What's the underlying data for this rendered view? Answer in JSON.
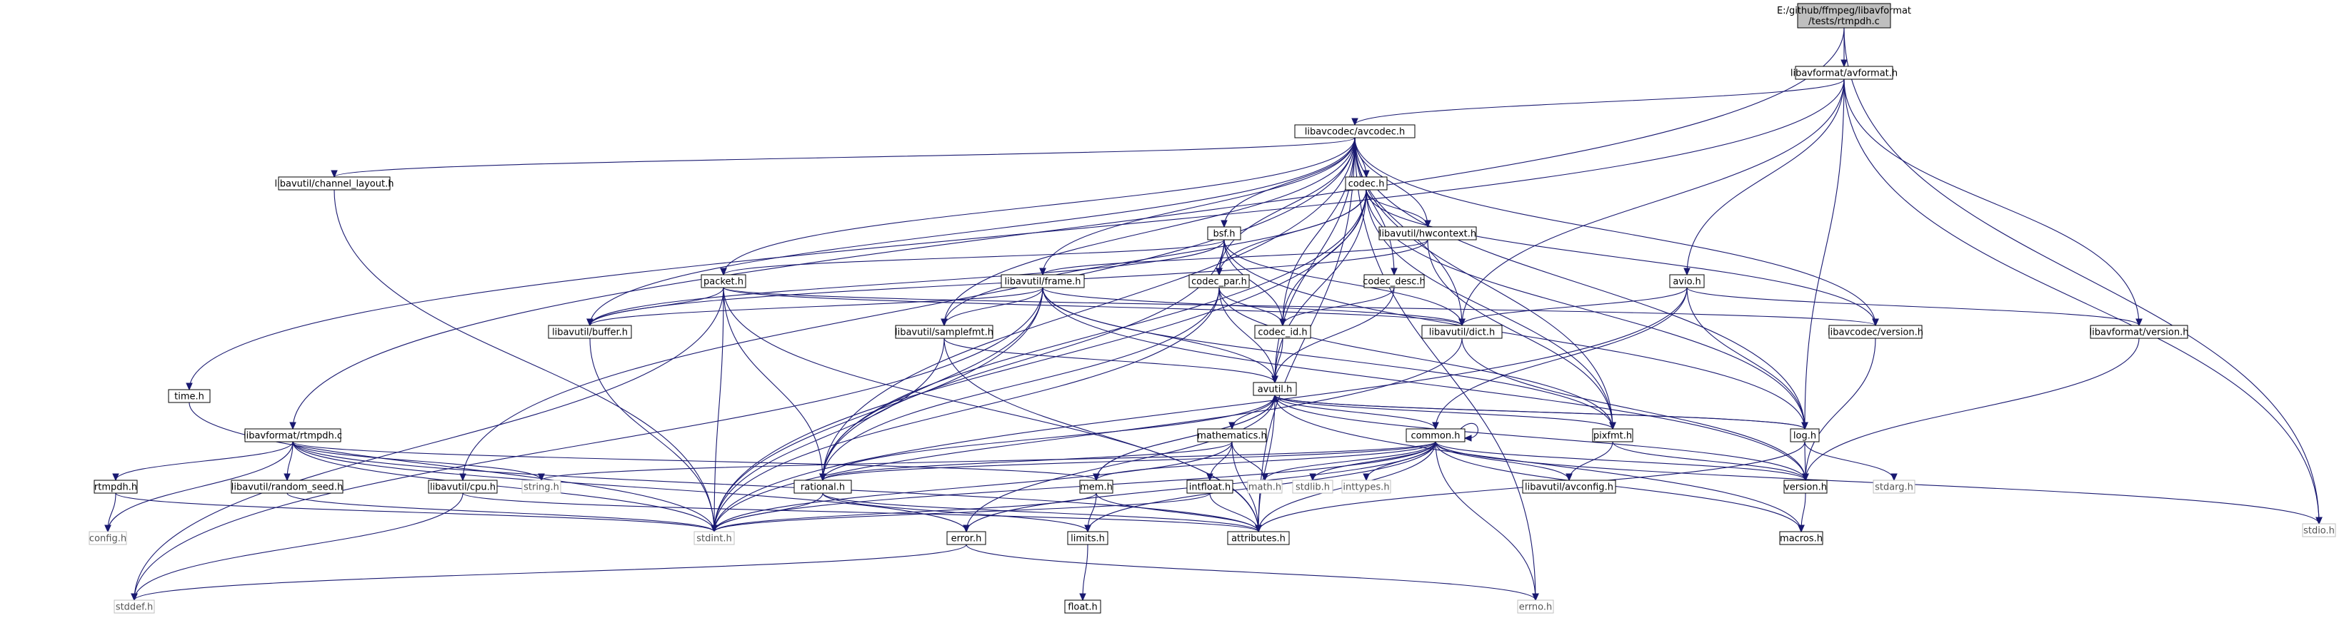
{
  "colors": {
    "edge": "#191970",
    "root_fill": "#bfbfbf",
    "node_border": "#000000",
    "external_border": "#bfbfbf"
  },
  "nodes": [
    {
      "id": "root",
      "lines": [
        "E:/github/ffmpeg/libavformat",
        "/tests/rtmpdh.c"
      ],
      "style": "root"
    },
    {
      "id": "avformat_h",
      "lines": [
        "libavformat/avformat.h"
      ],
      "style": "std"
    },
    {
      "id": "avcodec_h",
      "lines": [
        "libavcodec/avcodec.h"
      ],
      "style": "std"
    },
    {
      "id": "time_h",
      "lines": [
        "time.h"
      ],
      "style": "std"
    },
    {
      "id": "stdio_h",
      "lines": [
        "stdio.h"
      ],
      "style": "ext"
    },
    {
      "id": "errno_h",
      "lines": [
        "errno.h"
      ],
      "style": "ext"
    },
    {
      "id": "channel_layout_h",
      "lines": [
        "libavutil/channel_layout.h"
      ],
      "style": "std"
    },
    {
      "id": "codec_h",
      "lines": [
        "codec.h"
      ],
      "style": "std"
    },
    {
      "id": "bsf_h",
      "lines": [
        "bsf.h"
      ],
      "style": "std"
    },
    {
      "id": "hwcontext_h",
      "lines": [
        "libavutil/hwcontext.h"
      ],
      "style": "std"
    },
    {
      "id": "packet_h",
      "lines": [
        "packet.h"
      ],
      "style": "std"
    },
    {
      "id": "frame_h",
      "lines": [
        "libavutil/frame.h"
      ],
      "style": "std"
    },
    {
      "id": "codec_par_h",
      "lines": [
        "codec_par.h"
      ],
      "style": "std"
    },
    {
      "id": "codec_desc_h",
      "lines": [
        "codec_desc.h"
      ],
      "style": "std"
    },
    {
      "id": "avio_h",
      "lines": [
        "avio.h"
      ],
      "style": "std"
    },
    {
      "id": "buffer_h",
      "lines": [
        "libavutil/buffer.h"
      ],
      "style": "std"
    },
    {
      "id": "samplefmt_h",
      "lines": [
        "libavutil/samplefmt.h"
      ],
      "style": "std"
    },
    {
      "id": "codec_id_h",
      "lines": [
        "codec_id.h"
      ],
      "style": "std"
    },
    {
      "id": "dict_h",
      "lines": [
        "libavutil/dict.h"
      ],
      "style": "std"
    },
    {
      "id": "avcodec_version_h",
      "lines": [
        "libavcodec/version.h"
      ],
      "style": "std"
    },
    {
      "id": "avformat_version_h",
      "lines": [
        "libavformat/version.h"
      ],
      "style": "std"
    },
    {
      "id": "avutil_h",
      "lines": [
        "avutil.h"
      ],
      "style": "std"
    },
    {
      "id": "rtmpdh_c",
      "lines": [
        "libavformat/rtmpdh.c"
      ],
      "style": "std"
    },
    {
      "id": "mathematics_h",
      "lines": [
        "mathematics.h"
      ],
      "style": "std"
    },
    {
      "id": "common_h",
      "lines": [
        "common.h"
      ],
      "style": "std"
    },
    {
      "id": "pixfmt_h",
      "lines": [
        "pixfmt.h"
      ],
      "style": "std"
    },
    {
      "id": "log_h",
      "lines": [
        "log.h"
      ],
      "style": "std"
    },
    {
      "id": "rtmpdh_h",
      "lines": [
        "rtmpdh.h"
      ],
      "style": "std"
    },
    {
      "id": "random_seed_h",
      "lines": [
        "libavutil/random_seed.h"
      ],
      "style": "std"
    },
    {
      "id": "cpu_h",
      "lines": [
        "libavutil/cpu.h"
      ],
      "style": "std"
    },
    {
      "id": "string_h",
      "lines": [
        "string.h"
      ],
      "style": "ext"
    },
    {
      "id": "rational_h",
      "lines": [
        "rational.h"
      ],
      "style": "std"
    },
    {
      "id": "mem_h",
      "lines": [
        "mem.h"
      ],
      "style": "std"
    },
    {
      "id": "intfloat_h",
      "lines": [
        "intfloat.h"
      ],
      "style": "std"
    },
    {
      "id": "math_h",
      "lines": [
        "math.h"
      ],
      "style": "ext"
    },
    {
      "id": "stdlib_h",
      "lines": [
        "stdlib.h"
      ],
      "style": "ext"
    },
    {
      "id": "inttypes_h",
      "lines": [
        "inttypes.h"
      ],
      "style": "ext"
    },
    {
      "id": "avconfig_h",
      "lines": [
        "libavutil/avconfig.h"
      ],
      "style": "std"
    },
    {
      "id": "version_h",
      "lines": [
        "version.h"
      ],
      "style": "std"
    },
    {
      "id": "stdarg_h",
      "lines": [
        "stdarg.h"
      ],
      "style": "ext"
    },
    {
      "id": "config_h",
      "lines": [
        "config.h"
      ],
      "style": "ext"
    },
    {
      "id": "stdint_h",
      "lines": [
        "stdint.h"
      ],
      "style": "ext"
    },
    {
      "id": "limits_h",
      "lines": [
        "limits.h"
      ],
      "style": "std"
    },
    {
      "id": "attributes_h",
      "lines": [
        "attributes.h"
      ],
      "style": "std"
    },
    {
      "id": "error_h",
      "lines": [
        "error.h"
      ],
      "style": "std"
    },
    {
      "id": "macros_h",
      "lines": [
        "macros.h"
      ],
      "style": "std"
    },
    {
      "id": "stddef_h",
      "lines": [
        "stddef.h"
      ],
      "style": "ext"
    },
    {
      "id": "float_h",
      "lines": [
        "float.h"
      ],
      "style": "std"
    }
  ],
  "edges": [
    [
      "root",
      "avformat_h"
    ],
    [
      "root",
      "rtmpdh_c"
    ],
    [
      "root",
      "stdio_h"
    ],
    [
      "avformat_h",
      "avcodec_h"
    ],
    [
      "avformat_h",
      "time_h"
    ],
    [
      "avformat_h",
      "stdio_h"
    ],
    [
      "avformat_h",
      "avio_h"
    ],
    [
      "avformat_h",
      "dict_h"
    ],
    [
      "avformat_h",
      "log_h"
    ],
    [
      "avformat_h",
      "avformat_version_h"
    ],
    [
      "avcodec_h",
      "errno_h"
    ],
    [
      "avcodec_h",
      "channel_layout_h"
    ],
    [
      "avcodec_h",
      "codec_h"
    ],
    [
      "avcodec_h",
      "bsf_h"
    ],
    [
      "avcodec_h",
      "hwcontext_h"
    ],
    [
      "avcodec_h",
      "packet_h"
    ],
    [
      "avcodec_h",
      "frame_h"
    ],
    [
      "avcodec_h",
      "codec_par_h"
    ],
    [
      "avcodec_h",
      "codec_desc_h"
    ],
    [
      "avcodec_h",
      "buffer_h"
    ],
    [
      "avcodec_h",
      "samplefmt_h"
    ],
    [
      "avcodec_h",
      "codec_id_h"
    ],
    [
      "avcodec_h",
      "dict_h"
    ],
    [
      "avcodec_h",
      "avcodec_version_h"
    ],
    [
      "avcodec_h",
      "avutil_h"
    ],
    [
      "avcodec_h",
      "rational_h"
    ],
    [
      "avcodec_h",
      "cpu_h"
    ],
    [
      "avcodec_h",
      "log_h"
    ],
    [
      "avcodec_h",
      "pixfmt_h"
    ],
    [
      "avcodec_h",
      "attributes_h"
    ],
    [
      "codec_h",
      "hwcontext_h"
    ],
    [
      "codec_h",
      "codec_par_h"
    ],
    [
      "codec_h",
      "codec_id_h"
    ],
    [
      "codec_h",
      "avutil_h"
    ],
    [
      "codec_h",
      "samplefmt_h"
    ],
    [
      "codec_h",
      "rational_h"
    ],
    [
      "codec_h",
      "log_h"
    ],
    [
      "codec_h",
      "pixfmt_h"
    ],
    [
      "codec_h",
      "avcodec_version_h"
    ],
    [
      "codec_h",
      "stdint_h"
    ],
    [
      "bsf_h",
      "packet_h"
    ],
    [
      "bsf_h",
      "codec_par_h"
    ],
    [
      "bsf_h",
      "codec_id_h"
    ],
    [
      "bsf_h",
      "dict_h"
    ],
    [
      "bsf_h",
      "log_h"
    ],
    [
      "bsf_h",
      "rational_h"
    ],
    [
      "bsf_h",
      "buffer_h"
    ],
    [
      "hwcontext_h",
      "frame_h"
    ],
    [
      "hwcontext_h",
      "pixfmt_h"
    ],
    [
      "hwcontext_h",
      "buffer_h"
    ],
    [
      "packet_h",
      "buffer_h"
    ],
    [
      "packet_h",
      "dict_h"
    ],
    [
      "packet_h",
      "rational_h"
    ],
    [
      "packet_h",
      "attributes_h"
    ],
    [
      "packet_h",
      "stdint_h"
    ],
    [
      "packet_h",
      "stddef_h"
    ],
    [
      "packet_h",
      "avcodec_version_h"
    ],
    [
      "frame_h",
      "avutil_h"
    ],
    [
      "frame_h",
      "buffer_h"
    ],
    [
      "frame_h",
      "dict_h"
    ],
    [
      "frame_h",
      "rational_h"
    ],
    [
      "frame_h",
      "samplefmt_h"
    ],
    [
      "frame_h",
      "pixfmt_h"
    ],
    [
      "frame_h",
      "version_h"
    ],
    [
      "frame_h",
      "stdint_h"
    ],
    [
      "frame_h",
      "stddef_h"
    ],
    [
      "codec_par_h",
      "codec_id_h"
    ],
    [
      "codec_par_h",
      "avutil_h"
    ],
    [
      "codec_par_h",
      "rational_h"
    ],
    [
      "codec_par_h",
      "pixfmt_h"
    ],
    [
      "codec_par_h",
      "stdint_h"
    ],
    [
      "codec_desc_h",
      "codec_id_h"
    ],
    [
      "codec_desc_h",
      "avutil_h"
    ],
    [
      "avio_h",
      "common_h"
    ],
    [
      "avio_h",
      "dict_h"
    ],
    [
      "avio_h",
      "log_h"
    ],
    [
      "avio_h",
      "avformat_version_h"
    ],
    [
      "avio_h",
      "stdint_h"
    ],
    [
      "buffer_h",
      "stdint_h"
    ],
    [
      "samplefmt_h",
      "avutil_h"
    ],
    [
      "samplefmt_h",
      "attributes_h"
    ],
    [
      "samplefmt_h",
      "stdint_h"
    ],
    [
      "codec_id_h",
      "avutil_h"
    ],
    [
      "dict_h",
      "stdint_h"
    ],
    [
      "dict_h",
      "version_h"
    ],
    [
      "avcodec_version_h",
      "version_h"
    ],
    [
      "avformat_version_h",
      "version_h"
    ],
    [
      "time_h",
      "stdint_h"
    ],
    [
      "channel_layout_h",
      "stdint_h"
    ],
    [
      "avutil_h",
      "mathematics_h"
    ],
    [
      "avutil_h",
      "common_h"
    ],
    [
      "avutil_h",
      "rational_h"
    ],
    [
      "avutil_h",
      "pixfmt_h"
    ],
    [
      "avutil_h",
      "log_h"
    ],
    [
      "avutil_h",
      "version_h"
    ],
    [
      "avutil_h",
      "error_h"
    ],
    [
      "avutil_h",
      "mem_h"
    ],
    [
      "avutil_h",
      "attributes_h"
    ],
    [
      "avutil_h",
      "macros_h"
    ],
    [
      "rtmpdh_c",
      "rtmpdh_h"
    ],
    [
      "rtmpdh_c",
      "random_seed_h"
    ],
    [
      "rtmpdh_c",
      "string_h"
    ],
    [
      "rtmpdh_c",
      "config_h"
    ],
    [
      "rtmpdh_c",
      "stdint_h"
    ],
    [
      "rtmpdh_c",
      "mem_h"
    ],
    [
      "rtmpdh_c",
      "error_h"
    ],
    [
      "rtmpdh_c",
      "attributes_h"
    ],
    [
      "rtmpdh_h",
      "config_h"
    ],
    [
      "rtmpdh_h",
      "stdint_h"
    ],
    [
      "random_seed_h",
      "stdint_h"
    ],
    [
      "cpu_h",
      "stddef_h"
    ],
    [
      "cpu_h",
      "attributes_h"
    ],
    [
      "mathematics_h",
      "rational_h"
    ],
    [
      "mathematics_h",
      "intfloat_h"
    ],
    [
      "mathematics_h",
      "math_h"
    ],
    [
      "mathematics_h",
      "attributes_h"
    ],
    [
      "mathematics_h",
      "stdint_h"
    ],
    [
      "common_h",
      "string_h"
    ],
    [
      "common_h",
      "rational_h"
    ],
    [
      "common_h",
      "mem_h"
    ],
    [
      "common_h",
      "math_h"
    ],
    [
      "common_h",
      "stdlib_h"
    ],
    [
      "common_h",
      "inttypes_h"
    ],
    [
      "common_h",
      "avconfig_h"
    ],
    [
      "common_h",
      "version_h"
    ],
    [
      "common_h",
      "stdio_h"
    ],
    [
      "common_h",
      "limits_h"
    ],
    [
      "common_h",
      "attributes_h"
    ],
    [
      "common_h",
      "errno_h"
    ],
    [
      "common_h",
      "macros_h"
    ],
    [
      "common_h",
      "stdint_h"
    ],
    [
      "common_h",
      "error_h"
    ],
    [
      "common_h",
      "common_h"
    ],
    [
      "pixfmt_h",
      "avconfig_h"
    ],
    [
      "pixfmt_h",
      "version_h"
    ],
    [
      "log_h",
      "version_h"
    ],
    [
      "log_h",
      "stdarg_h"
    ],
    [
      "log_h",
      "attributes_h"
    ],
    [
      "log_h",
      "avutil_h"
    ],
    [
      "rational_h",
      "stdint_h"
    ],
    [
      "rational_h",
      "limits_h"
    ],
    [
      "rational_h",
      "attributes_h"
    ],
    [
      "mem_h",
      "limits_h"
    ],
    [
      "mem_h",
      "stdint_h"
    ],
    [
      "mem_h",
      "attributes_h"
    ],
    [
      "mem_h",
      "avutil_h"
    ],
    [
      "intfloat_h",
      "stdint_h"
    ],
    [
      "intfloat_h",
      "attributes_h"
    ],
    [
      "version_h",
      "macros_h"
    ],
    [
      "error_h",
      "errno_h"
    ],
    [
      "error_h",
      "stddef_h"
    ],
    [
      "limits_h",
      "float_h"
    ]
  ]
}
